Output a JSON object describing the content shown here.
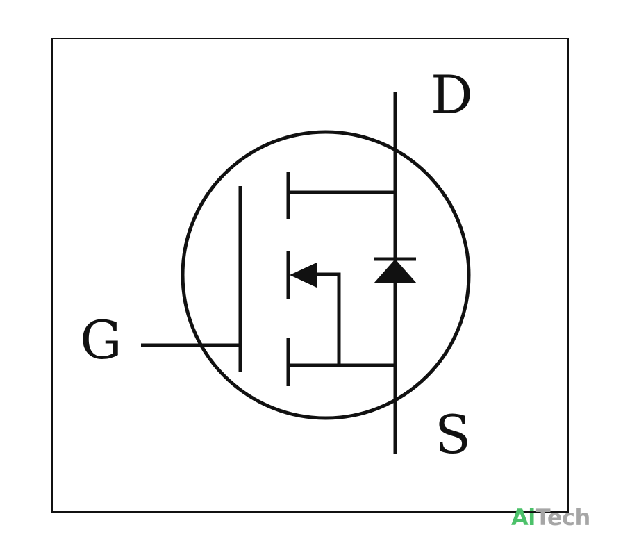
{
  "diagram": {
    "labels": {
      "drain": "D",
      "gate": "G",
      "source": "S"
    },
    "colors": {
      "stroke": "#111111",
      "background": "#ffffff"
    }
  },
  "watermark": {
    "part_ai": "Ai",
    "part_tech": "Tech",
    "color_ai": "#4cc16a",
    "color_tech": "#a6a6a6"
  }
}
